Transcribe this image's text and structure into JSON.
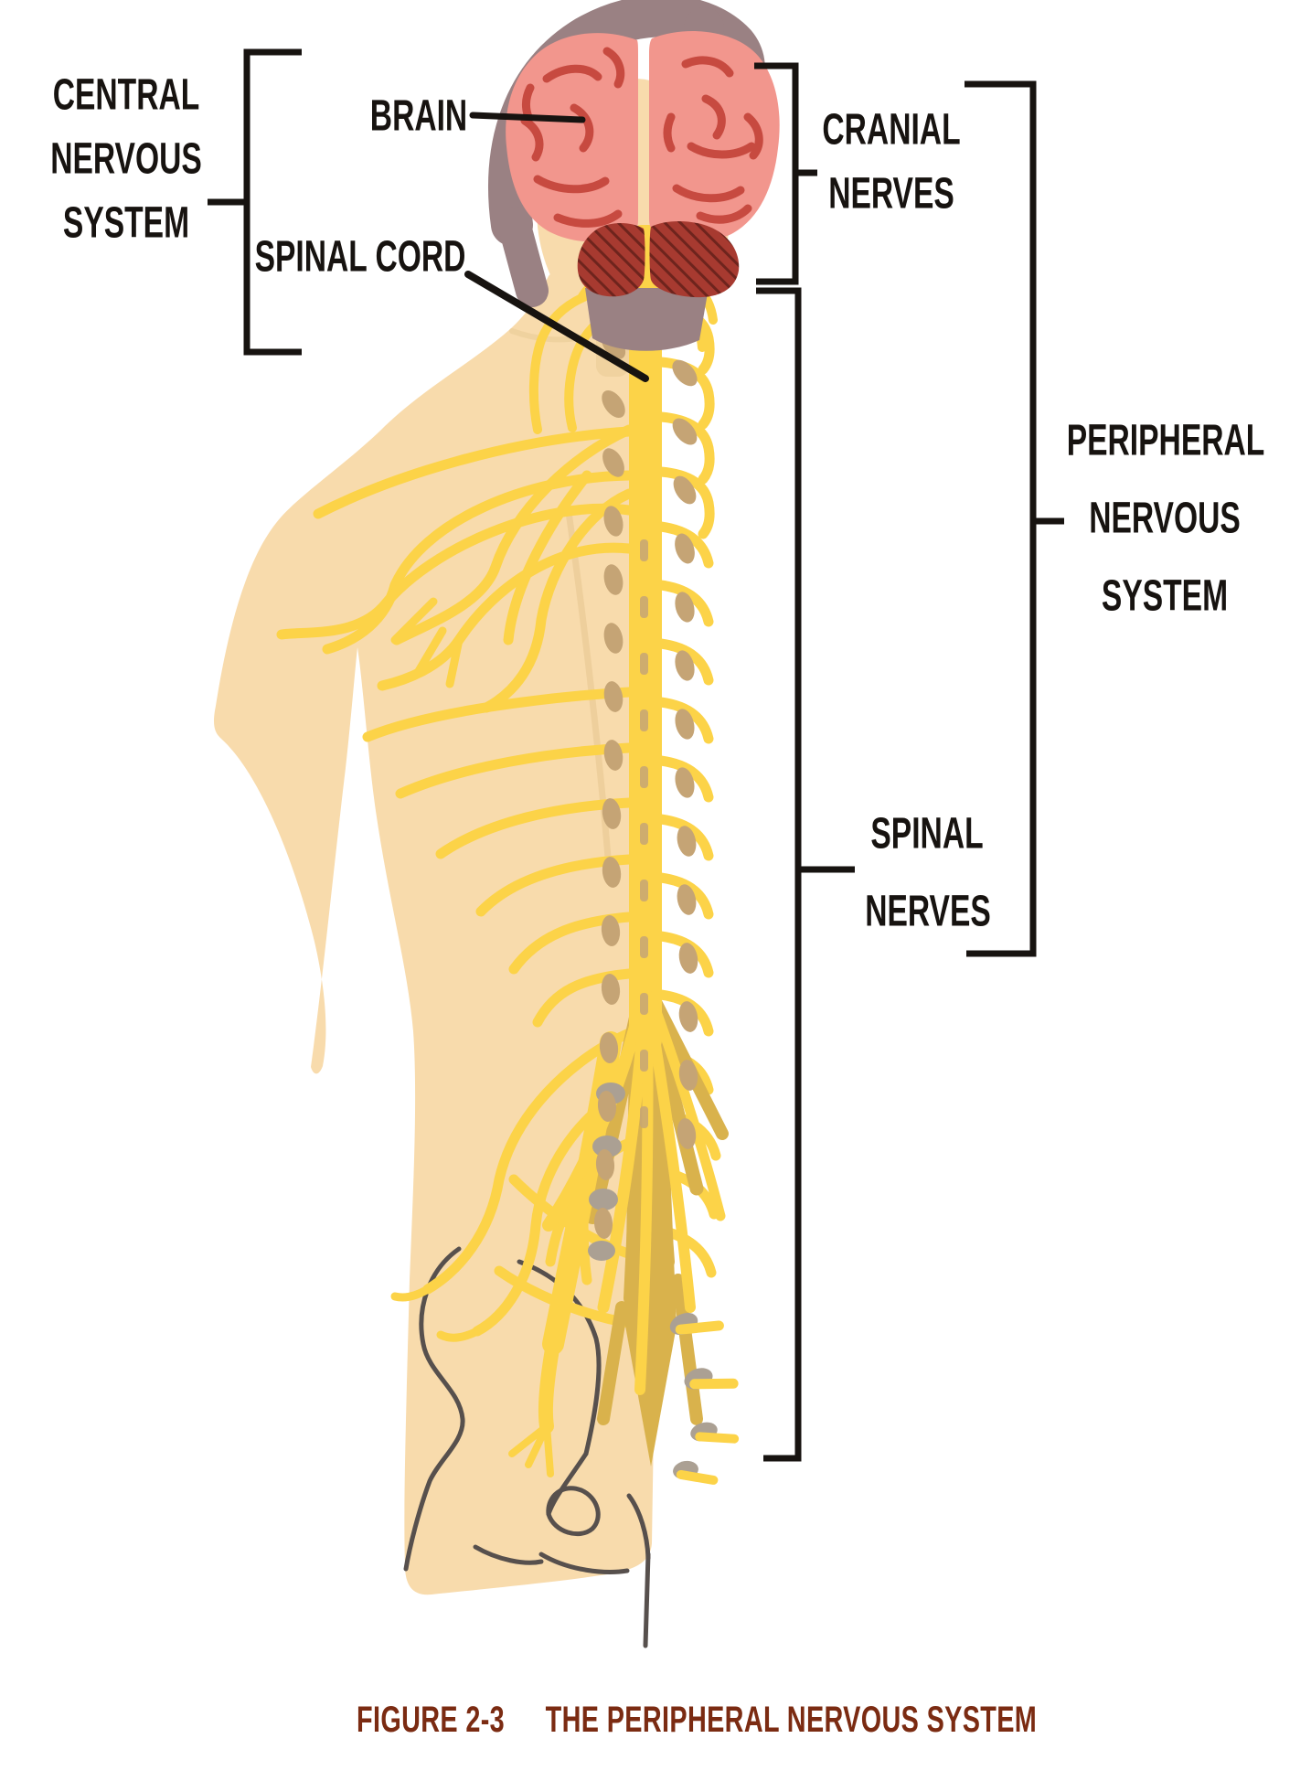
{
  "figure": {
    "labels": {
      "central_nervous_system": {
        "line1": "CENTRAL",
        "line2": "NERVOUS",
        "line3": "SYSTEM"
      },
      "brain": "BRAIN",
      "spinal_cord": "SPINAL CORD",
      "cranial_nerves": {
        "line1": "CRANIAL",
        "line2": "NERVES"
      },
      "peripheral_nervous_system": {
        "line1": "PERIPHERAL",
        "line2": "NERVOUS",
        "line3": "SYSTEM"
      },
      "spinal_nerves": {
        "line1": "SPINAL",
        "line2": "NERVES"
      }
    },
    "caption": {
      "number": "FIGURE 2-3",
      "title": "THE PERIPHERAL NERVOUS SYSTEM"
    },
    "colors": {
      "skin": "#F8DBAC",
      "skin_shadow": "#EACB96",
      "hair": "#9A8183",
      "brain": "#F2968D",
      "sulci": "#C74A40",
      "cerebellum": "#A73A30",
      "cerebellum_hatch": "#6E241D",
      "nerve_yellow": "#FCD348",
      "nerve_dark": "#D9B24C",
      "vertebra": "#C5A475",
      "gray_bone": "#ABA093",
      "pelvis_line": "#57504D",
      "label_color": "#171310",
      "caption_color": "#7B2B12"
    }
  }
}
